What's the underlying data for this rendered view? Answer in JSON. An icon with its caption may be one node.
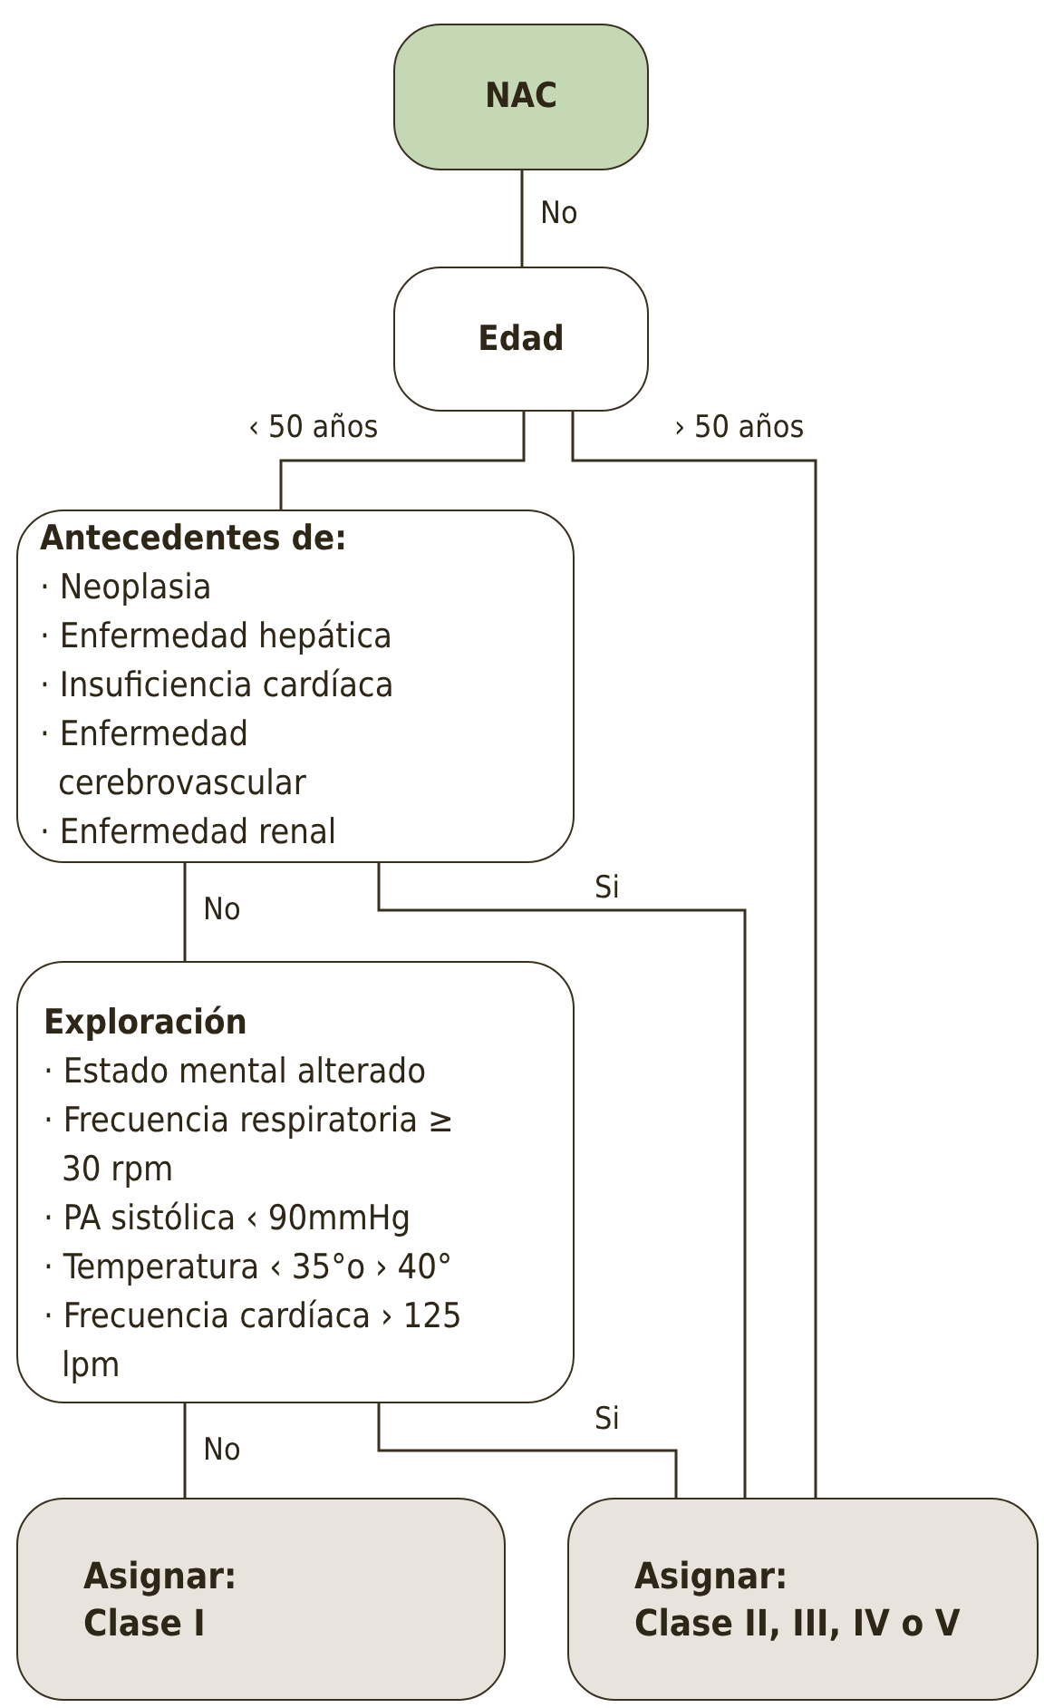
{
  "diagram": {
    "nodes": [
      {
        "text": [
          "NAC"
        ]
      },
      {
        "text": [
          "Edad"
        ]
      },
      {
        "text": [
          "Antecedentes de:",
          "· Neoplasia",
          "· Enfermedad hepática",
          "· Insuficiencia cardíaca",
          "· Enfermedad cerebrovascular",
          "· Enfermedad renal"
        ]
      },
      {
        "text": [
          "Exploración",
          "· Estado mental alterado",
          "· Frecuencia respiratoria ≥ 30 rpm",
          "· PA sistólica ‹ 90mmHg",
          "· Temperatura ‹ 35°o › 40°",
          "· Frecuencia cardíaca › 125 lpm"
        ]
      },
      {
        "text": [
          "Asignar:",
          "Clase I"
        ]
      },
      {
        "text": [
          "Asignar:",
          "Clase II, III, IV o V"
        ]
      }
    ],
    "edges": [
      {
        "from": 0,
        "to": 1,
        "arrow": "none",
        "label": "No"
      },
      {
        "from": 1,
        "to": 2,
        "arrow": "none",
        "label": "‹ 50 años"
      },
      {
        "from": 1,
        "to": 5,
        "arrow": "none",
        "label": "› 50 años"
      },
      {
        "from": 2,
        "to": 3,
        "arrow": "none",
        "label": "No"
      },
      {
        "from": 2,
        "to": 5,
        "arrow": "none",
        "label": "Si"
      },
      {
        "from": 3,
        "to": 4,
        "arrow": "none",
        "label": "No"
      },
      {
        "from": 3,
        "to": 5,
        "arrow": "none",
        "label": "Si"
      }
    ]
  }
}
